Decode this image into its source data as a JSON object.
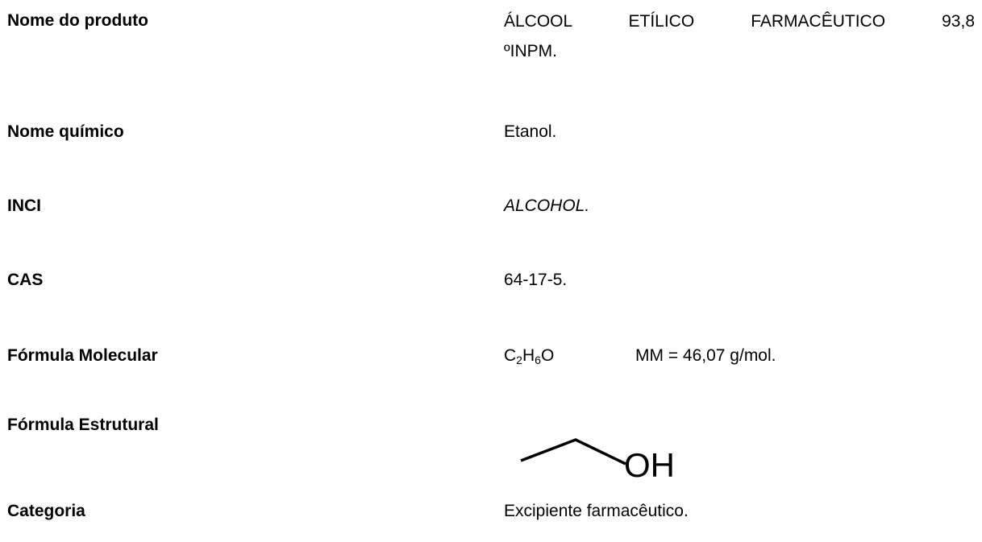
{
  "rows": {
    "produto": {
      "label": "Nome do produto",
      "value_line1": "ÁLCOOL ETÍLICO FARMACÊUTICO 93,8",
      "value_line2": "ºINPM."
    },
    "quimico": {
      "label": "Nome químico",
      "value": "Etanol."
    },
    "inci": {
      "label": "INCI",
      "value": "ALCOHOL."
    },
    "cas": {
      "label": "CAS",
      "value": "64-17-5."
    },
    "formula_molecular": {
      "label": "Fórmula Molecular",
      "formula_c": "C",
      "formula_c_sub": "2",
      "formula_h": "H",
      "formula_h_sub": "6",
      "formula_o": "O",
      "mm": "MM = 46,07 g/mol."
    },
    "formula_estrutural": {
      "label": "Fórmula Estrutural",
      "group_text": "OH"
    },
    "categoria": {
      "label": "Categoria",
      "value": "Excipiente farmacêutico."
    }
  }
}
